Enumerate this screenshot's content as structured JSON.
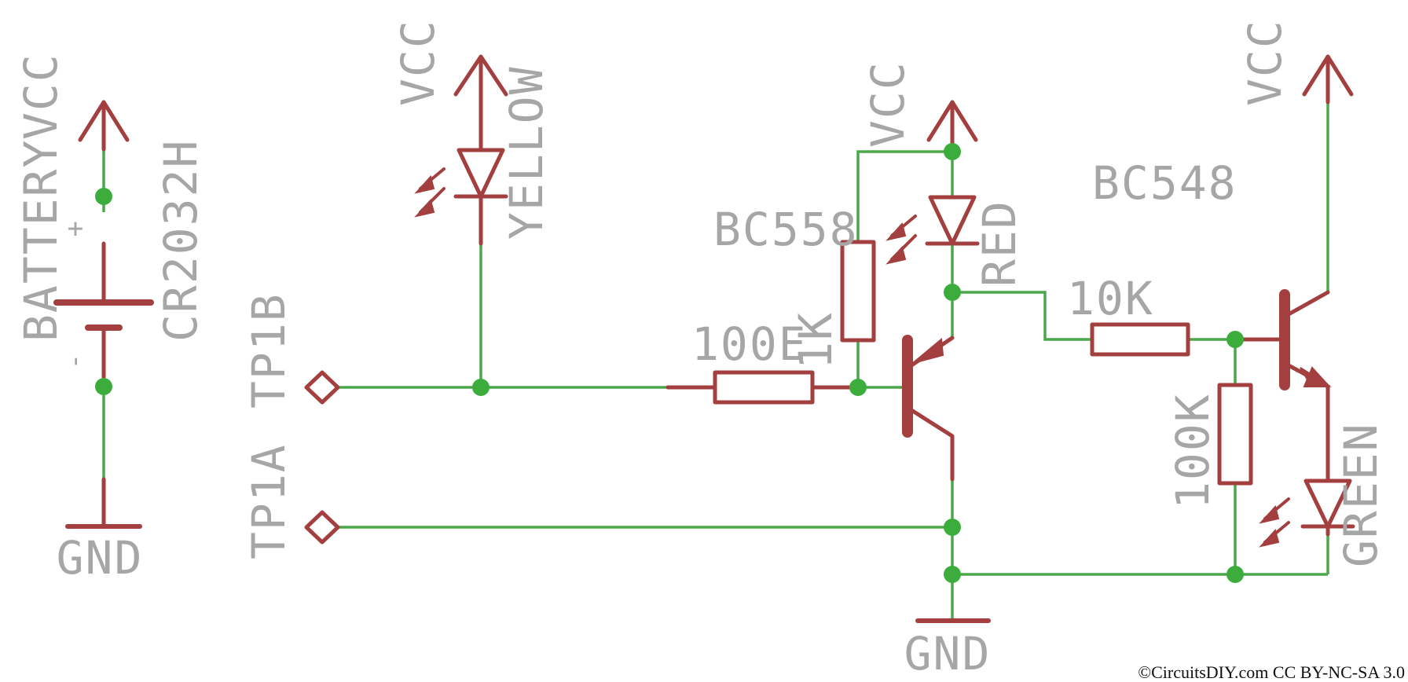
{
  "diagram": {
    "type": "circuit-schematic",
    "colors": {
      "symbol": "#a33f3f",
      "wire": "#4aa84a",
      "junction": "#3cad3c",
      "label": "#a6a6a6"
    },
    "labels": {
      "battery_name": "BATTERY",
      "battery_value": "CR2032H",
      "battery_plus": "+",
      "battery_minus": "-",
      "vcc_battery": "VCC",
      "vcc_yellow": "VCC",
      "vcc_red": "VCC",
      "vcc_right": "VCC",
      "gnd_battery": "GND",
      "gnd_main": "GND",
      "led_yellow": "YELLOW",
      "led_red": "RED",
      "led_green": "GREEN",
      "tp1a": "TP1A",
      "tp1b": "TP1B",
      "r_100e": "100E",
      "r_1k": "1K",
      "r_10k": "10K",
      "r_100k": "100K",
      "q_pnp": "BC558",
      "q_npn": "BC548"
    },
    "credit": "©CircuitsDIY.com CC BY-NC-SA 3.0"
  }
}
